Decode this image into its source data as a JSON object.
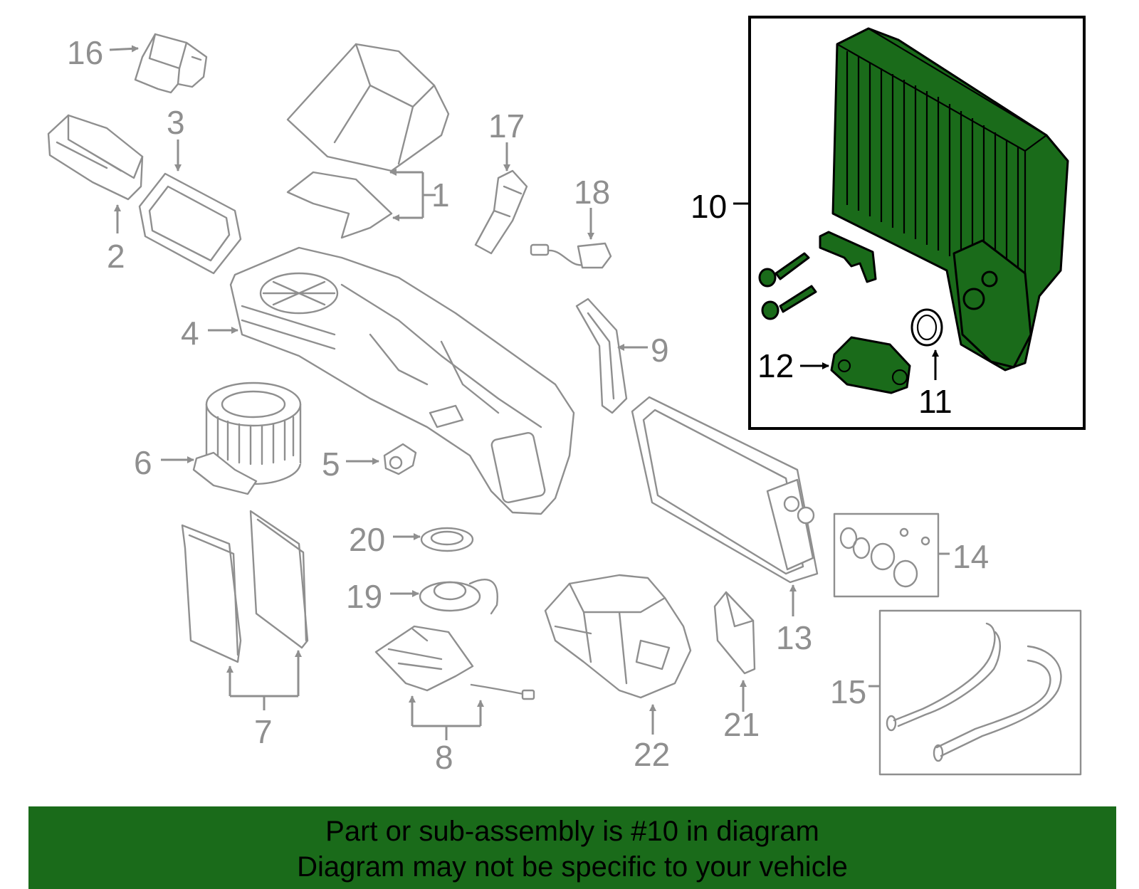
{
  "callouts": {
    "c1": "1",
    "c2": "2",
    "c3": "3",
    "c4": "4",
    "c5": "5",
    "c6": "6",
    "c7": "7",
    "c8": "8",
    "c9": "9",
    "c10": "10",
    "c11": "11",
    "c12": "12",
    "c13": "13",
    "c14": "14",
    "c15": "15",
    "c16": "16",
    "c17": "17",
    "c18": "18",
    "c19": "19",
    "c20": "20",
    "c21": "21",
    "c22": "22"
  },
  "highlight_color": "#1a6b1a",
  "banner": {
    "line1": "Part or sub-assembly is #10 in diagram",
    "line2": "Diagram may not be specific to your vehicle"
  }
}
